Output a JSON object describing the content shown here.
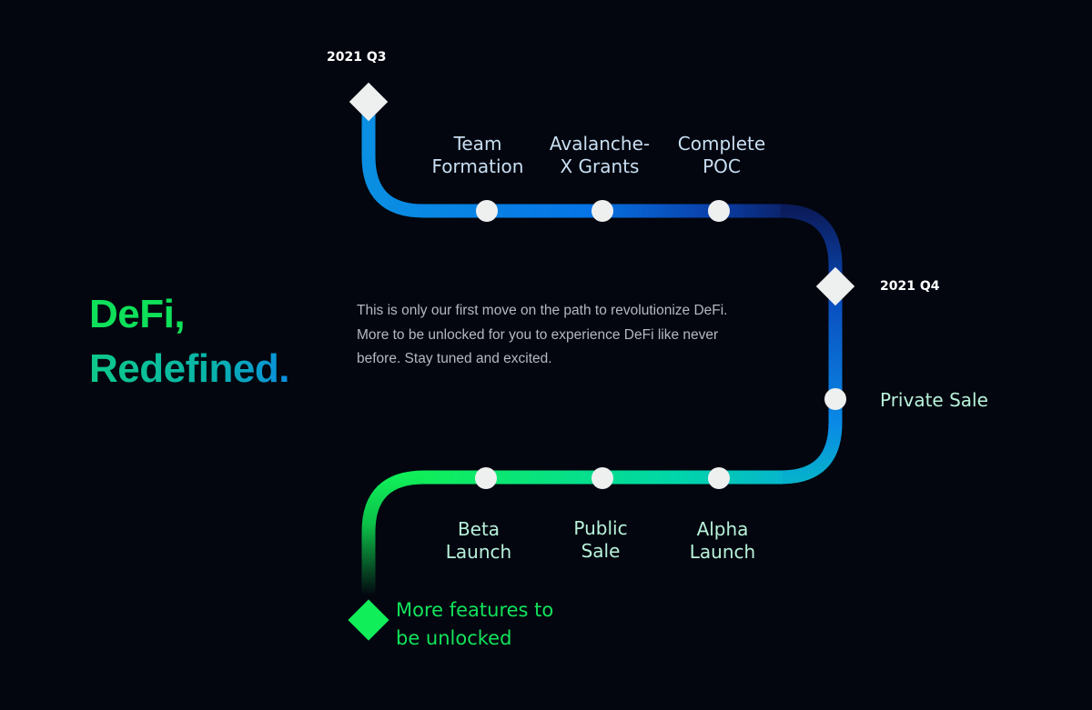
{
  "headline": {
    "line1": "DeFi,",
    "line2": "Redefined."
  },
  "description": "This is only our first move on the path to revolutionize DeFi. More to be unlocked for you to experience DeFi like never before. Stay tuned and excited.",
  "quarters": {
    "q3": "2021 Q3",
    "q4": "2021 Q4"
  },
  "milestones": {
    "team_formation": [
      "Team",
      "Formation"
    ],
    "avalanche_grants": [
      "Avalanche-",
      "X Grants"
    ],
    "complete_poc": [
      "Complete",
      "POC"
    ],
    "private_sale": "Private Sale",
    "alpha_launch": [
      "Alpha",
      "Launch"
    ],
    "public_sale": [
      "Public",
      "Sale"
    ],
    "beta_launch": [
      "Beta",
      "Launch"
    ],
    "more_features": [
      "More features to",
      "be unlocked"
    ]
  },
  "colors": {
    "background": "#03060f",
    "green": "#0ee05a",
    "blue": "#0a7be6",
    "navy": "#0b1c5c",
    "node": "#eef0f0"
  }
}
